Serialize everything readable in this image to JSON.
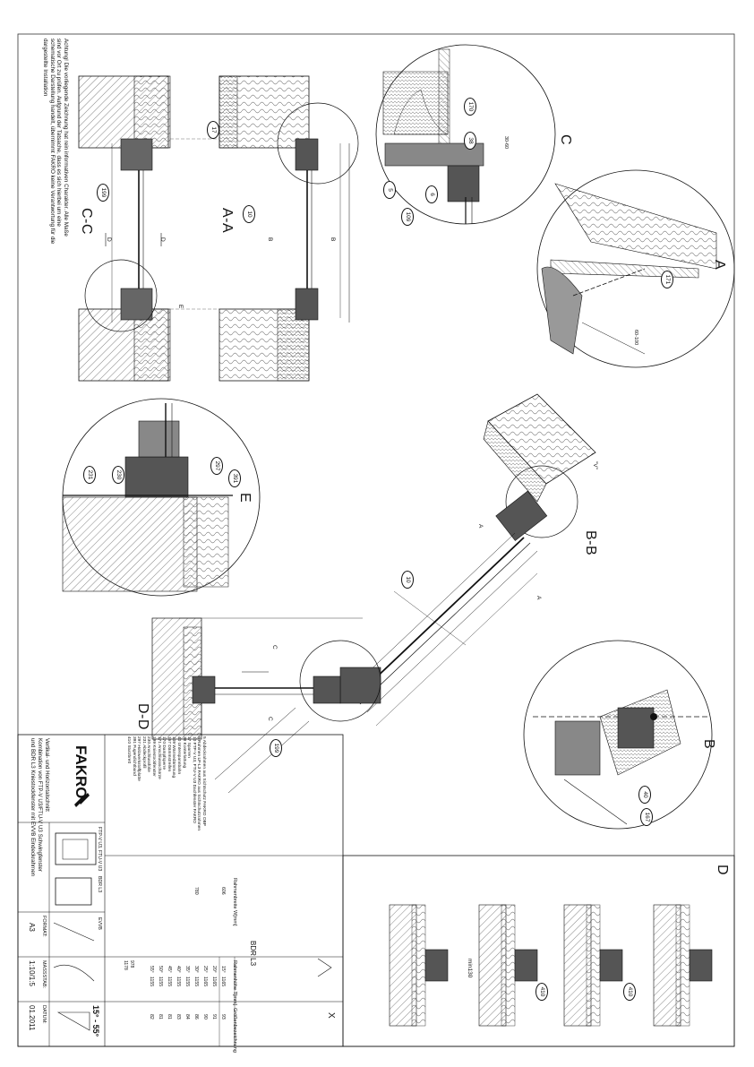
{
  "sheet": {
    "note": "Achtung! Die vorliegende Zeichnung hat rein informativen Charakter. Alle Maße\nsind vor Ort zu prüfen. Aufgrund der Tatsache, dass es sich hierbei um eine\nschematische Darstellung handelt, übernimmt FAKRO keine Verantwortung für die\ndargestellte Installation",
    "views": {
      "cc": "C-C",
      "aa": "A-A",
      "bb": "B-B",
      "dd": "D-D",
      "detail_a": "A",
      "detail_b": "B",
      "detail_c": "C",
      "detail_d": "D",
      "detail_e": "E"
    },
    "section_marks": [
      "A",
      "A",
      "B",
      "B",
      "C",
      "C",
      "D",
      "D",
      "E",
      "\"V\""
    ],
    "callouts": [
      "170",
      "38",
      "5",
      "6",
      "109",
      "10",
      "199",
      "171",
      "17",
      "231",
      "230",
      "297",
      "391",
      "10",
      "199",
      "40",
      "167",
      "410",
      "410"
    ],
    "dims": {
      "d1": "30-60",
      "d2": "60-100",
      "d3": "min130"
    },
    "legend": [
      "5 Abdeckrahmen aus Sichtschutz FAKRO OBP",
      "6 Rahmen LP-L3 FAKRO aus Sichtschutzrahmen",
      "10 FTP-V U3, FTU-V U3 Dachfenster FAKRO",
      "17 Sparren",
      "38 Konterlattung",
      "40 Unterspannbahn",
      "109 Wärmedämmung",
      "167 Dämmstreifen",
      "170 Dampfsperre",
      "171 Anschlussschürze",
      "199 Kniestockfenster",
      "230 Anschlussfolie",
      "231 Abdeckprofil",
      "297 Holzwerkstoffplatte",
      "391 Fugendichtband",
      "410 Sturzbrett"
    ],
    "titleblock": {
      "brand": "FAKRO",
      "desc1": "Vertikal- und Horizontalschnitt",
      "desc2": "Kombination von FTP-V U3/FTU-V U3 Schwingfenster",
      "desc3": "und BDR L3 Kniestockfenster mit EVVB Eindeckrahmen",
      "models": "FTP-V U3, FTU-V U3",
      "bdr": "BDR L3",
      "evvb": "EVVB",
      "format_label": "FORMAT:",
      "format": "A3",
      "scale_label": "MASSSTAB:",
      "scale": "1:10/1:5",
      "date_label": "DATUM:",
      "date": "01.2011",
      "angle": "15° - 55°",
      "x": "X",
      "table_title": "BDR L3",
      "col1": "Rahmenbreite W[mm]",
      "col2": "Rahmenhöhe T[mm]",
      "col3": "Größenbezeichnung",
      "rows": [
        [
          "606",
          "15°",
          "1165",
          "93"
        ],
        [
          "",
          "20°",
          "1165",
          "91"
        ],
        [
          "",
          "25°",
          "1165",
          "90"
        ],
        [
          "780",
          "30°",
          "1155",
          "86"
        ],
        [
          "",
          "35°",
          "1155",
          "84"
        ],
        [
          "",
          "40°",
          "1155",
          "83"
        ],
        [
          "",
          "45°",
          "1155",
          "81"
        ],
        [
          "",
          "50°",
          "1155",
          "81"
        ],
        [
          "",
          "55°",
          "1155",
          "82"
        ]
      ],
      "foot1": "978",
      "foot2": "1178"
    }
  }
}
